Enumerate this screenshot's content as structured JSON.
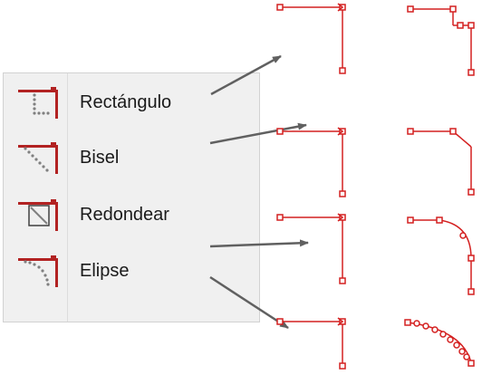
{
  "menu": {
    "items": [
      {
        "label": "Rectángulo",
        "icon": "rectangle-corner-icon"
      },
      {
        "label": "Bisel",
        "icon": "bevel-corner-icon"
      },
      {
        "label": "Redondear",
        "icon": "round-corner-icon"
      },
      {
        "label": "Elipse",
        "icon": "ellipse-corner-icon"
      }
    ]
  },
  "colors": {
    "line": "#d42020",
    "arrow": "#606060",
    "icon_dots": "#808080",
    "panel": "#f0f0f0"
  }
}
